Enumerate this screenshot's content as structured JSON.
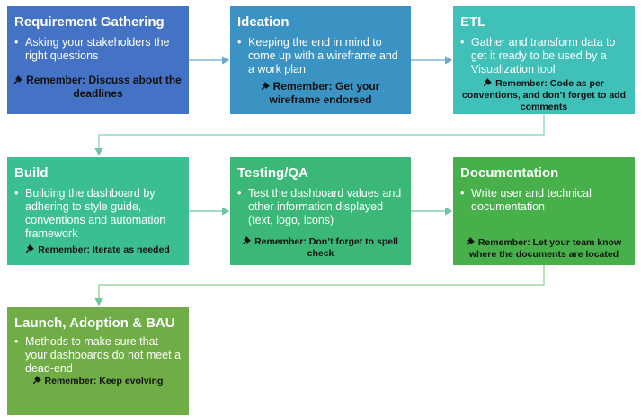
{
  "boxes": [
    {
      "title": "Requirement Gathering",
      "bullet": "Asking your stakeholders the right questions",
      "remember": "Remember: Discuss about the deadlines",
      "color": "#4472c4"
    },
    {
      "title": "Ideation",
      "bullet": "Keeping the end in mind to come up with a wireframe and a work plan",
      "remember": "Remember: Get your wireframe endorsed",
      "color": "#3b93c4"
    },
    {
      "title": "ETL",
      "bullet": "Gather and transform data to get it ready to be used by a Visualization tool",
      "remember": "Remember: Code as per conventions, and don’t forget to add comments",
      "color": "#3fc0b9"
    },
    {
      "title": "Build",
      "bullet": "Building the dashboard by adhering to style guide, conventions and automation framework",
      "remember": "Remember: Iterate as needed",
      "color": "#3cbf90"
    },
    {
      "title": "Testing/QA",
      "bullet": "Test the dashboard values and other information displayed (text, logo, icons)",
      "remember": "Remember: Don’t forget to spell check",
      "color": "#3bb877"
    },
    {
      "title": "Documentation",
      "bullet": "Write user and technical documentation",
      "remember": "Remember: Let your team know where the documents are located",
      "color": "#47b04b"
    },
    {
      "title": "Launch, Adoption & BAU",
      "bullet": "Methods to make sure that your dashboards do not meet a dead-end",
      "remember": "Remember: Keep evolving",
      "color": "#70ad47"
    }
  ],
  "icons": {
    "bullet": "bullet-dot",
    "remember": "pushpin-icon"
  },
  "connector_color": "#7fd0c0"
}
